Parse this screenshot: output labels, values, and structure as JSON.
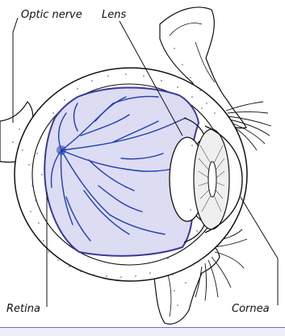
{
  "labels": {
    "optic_nerve": "Optic nerve",
    "lens": "Lens",
    "retina": "Retina",
    "cornea": "Cornea"
  },
  "colors": {
    "outline": "#111111",
    "retina_fill": "#dcdcf2",
    "vessels": "#1f3fb0",
    "choroid": "#3a3a9a",
    "stipple": "#555555",
    "footer_rule": "#6b6bd6"
  }
}
